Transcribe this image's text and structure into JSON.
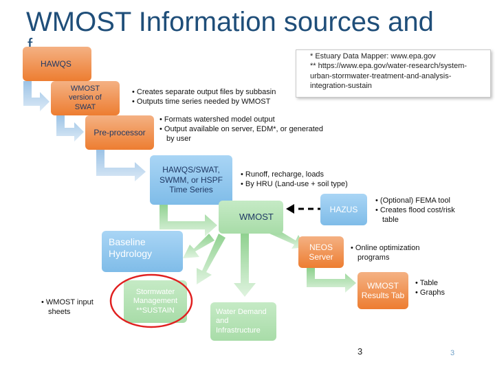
{
  "title": "WMOST Information sources and",
  "title_fragment": "f",
  "note": {
    "line1": "* Estuary Data Mapper: www.epa.gov",
    "line2": "** https://www.epa.gov/water-research/system-urban-stormwater-treatment-and-analysis-integration-sustain"
  },
  "boxes": {
    "hawqs": "HAWQS",
    "wmost_swat": "WMOST version of SWAT",
    "preprocessor": "Pre-processor",
    "timeseries": "HAWQS/SWAT, SWMM, or HSPF Time Series",
    "wmost": "WMOST",
    "hazus": "HAZUS",
    "baseline": "Baseline Hydrology",
    "neos": "NEOS Server",
    "results": "WMOST Results Tab",
    "stormwater": "Stormwater Management **SUSTAIN",
    "water_demand": "Water Demand and Infrastructure"
  },
  "bullets": {
    "wmost_swat": [
      "• Creates separate output files by subbasin",
      "• Outputs time series needed by WMOST"
    ],
    "preprocessor": [
      "• Formats watershed model output",
      "• Output available on server, EDM*, or generated by user"
    ],
    "timeseries": [
      "• Runoff, recharge, loads",
      "• By HRU (Land-use + soil type)"
    ],
    "hazus": [
      "• (Optional) FEMA tool",
      "• Creates flood cost/risk table"
    ],
    "neos": [
      "• Online optimization programs"
    ],
    "results": [
      "• Table",
      "• Graphs"
    ],
    "baseline": [
      "• WMOST input sheets"
    ]
  },
  "page_number": "3",
  "page_number_2": "3",
  "colors": {
    "title": "#1f4e79",
    "orange": "#ed7d31",
    "blue": "#7fbce8",
    "green": "#a8dca8",
    "highlight": "#e02020"
  }
}
